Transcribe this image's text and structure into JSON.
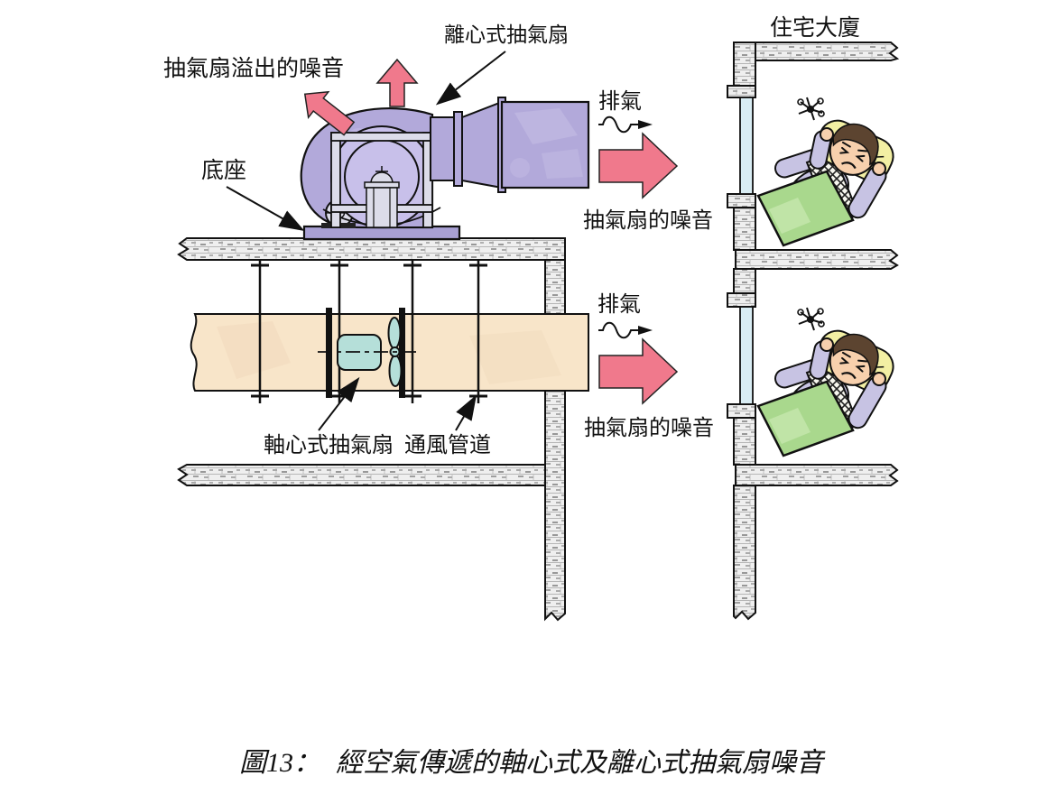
{
  "figure": {
    "caption_prefix": "圖13：",
    "caption_text": "經空氣傳遞的軸心式及離心式抽氣扇噪音"
  },
  "labels": {
    "building": "住宅大廈",
    "spill_noise": "抽氣扇溢出的噪音",
    "centrifugal_fan": "離心式抽氣扇",
    "base": "底座",
    "exhaust_top": "排氣",
    "fan_noise_top": "抽氣扇的噪音",
    "exhaust_bottom": "排氣",
    "fan_noise_bottom": "抽氣扇的噪音",
    "axial_fan": "軸心式抽氣扇",
    "duct": "通風管道"
  },
  "colors": {
    "arrow_pink": "#f0798c",
    "fan_purple": "#b2a9da",
    "fan_purple_light": "#c8c0ea",
    "base_purple": "#a8a0d4",
    "metal_gray": "#dcdce9",
    "duct_tan": "#f8e5c9",
    "axial_teal": "#b5dfd9",
    "window_blue": "#d9edf4",
    "blanket_green": "#a9d88d",
    "pajama_lavender": "#c7c3e3",
    "skin": "#f7d0ad",
    "pillow_yellow": "#f2efa3",
    "hair_brown": "#5c4430"
  }
}
